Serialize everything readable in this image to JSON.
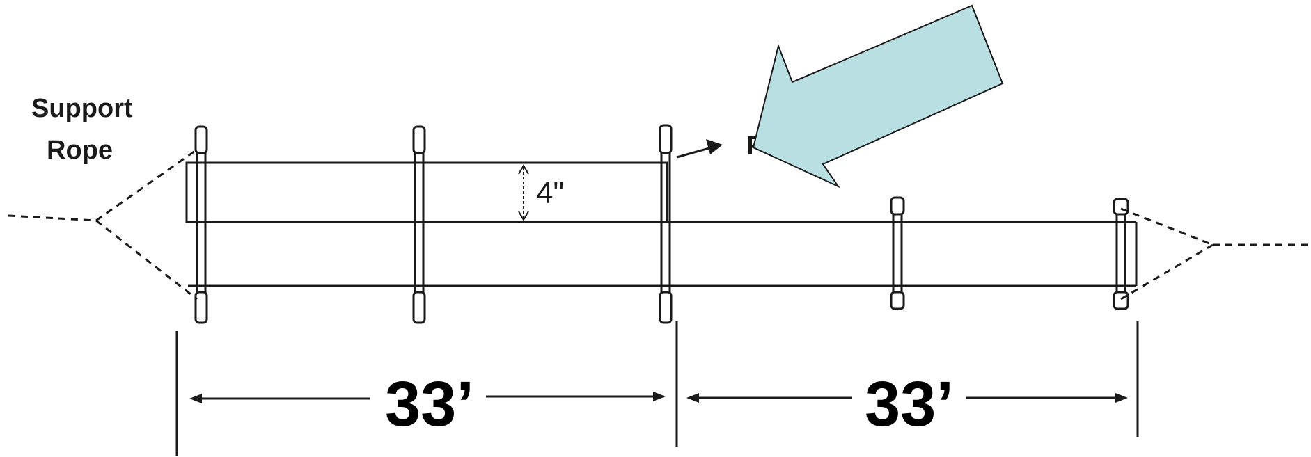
{
  "diagram": {
    "support_rope_label_line1": "Support",
    "support_rope_label_line2": "Rope",
    "gap_label": "4\"",
    "partially_hidden_label": "F    eed",
    "left_dimension": "33’",
    "right_dimension": "33’",
    "callout_arrow_color": "#b9dfe3"
  }
}
